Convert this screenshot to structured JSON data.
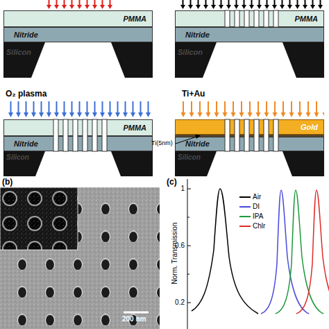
{
  "diagram": {
    "nodes": [
      {
        "text": [
          "PMMA"
        ]
      },
      {
        "text": [
          "Nitride"
        ]
      },
      {
        "text": [
          "Silicon"
        ]
      },
      {
        "text": [
          "PMMA"
        ]
      },
      {
        "text": [
          "Nitride"
        ]
      },
      {
        "text": [
          "Silicon"
        ]
      },
      {
        "text": [
          "PMMA"
        ]
      },
      {
        "text": [
          "Nitride"
        ]
      },
      {
        "text": [
          "Silicon"
        ]
      },
      {
        "text": [
          "Gold"
        ]
      },
      {
        "text": [
          "Nitride"
        ]
      },
      {
        "text": [
          "Silicon"
        ]
      }
    ],
    "labels": [
      "O₂ plasma",
      "Ti+Au",
      "Ti(5nm)",
      "(b)",
      "200 nm",
      "(c)",
      "Norm. Transmission",
      "1",
      "0.6",
      "0.2"
    ],
    "legend": [
      {
        "text": "Air"
      },
      {
        "text": "DI"
      },
      {
        "text": "IPA"
      },
      {
        "text": "Chlr"
      }
    ]
  }
}
